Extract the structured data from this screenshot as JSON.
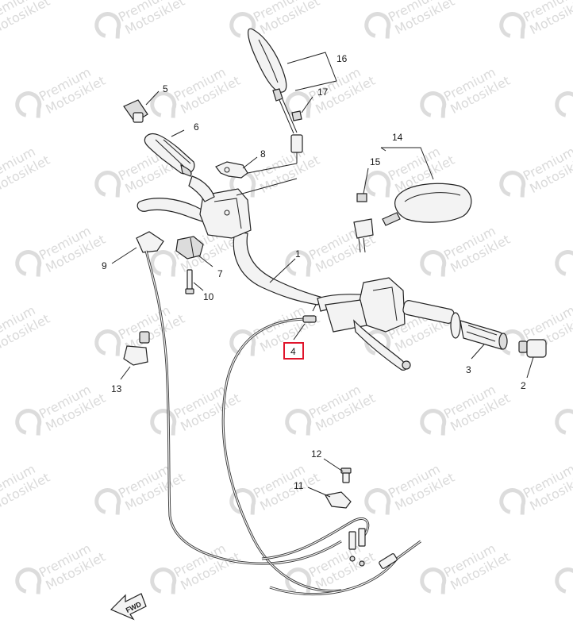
{
  "watermark": {
    "line1": "Premium",
    "line2": "Motosiklet"
  },
  "fwd_label": "FWD",
  "highlight_color": "#e0142b",
  "labels": [
    {
      "id": "label-1",
      "text": "1"
    },
    {
      "id": "label-2",
      "text": "2"
    },
    {
      "id": "label-3",
      "text": "3"
    },
    {
      "id": "label-4",
      "text": "4"
    },
    {
      "id": "label-5",
      "text": "5"
    },
    {
      "id": "label-6",
      "text": "6"
    },
    {
      "id": "label-7",
      "text": "7"
    },
    {
      "id": "label-8",
      "text": "8"
    },
    {
      "id": "label-9",
      "text": "9"
    },
    {
      "id": "label-10",
      "text": "10"
    },
    {
      "id": "label-11",
      "text": "11"
    },
    {
      "id": "label-12",
      "text": "12"
    },
    {
      "id": "label-13",
      "text": "13"
    },
    {
      "id": "label-14",
      "text": "14"
    },
    {
      "id": "label-15",
      "text": "15"
    },
    {
      "id": "label-16",
      "text": "16"
    },
    {
      "id": "label-17",
      "text": "17"
    }
  ],
  "highlighted_part": "4"
}
